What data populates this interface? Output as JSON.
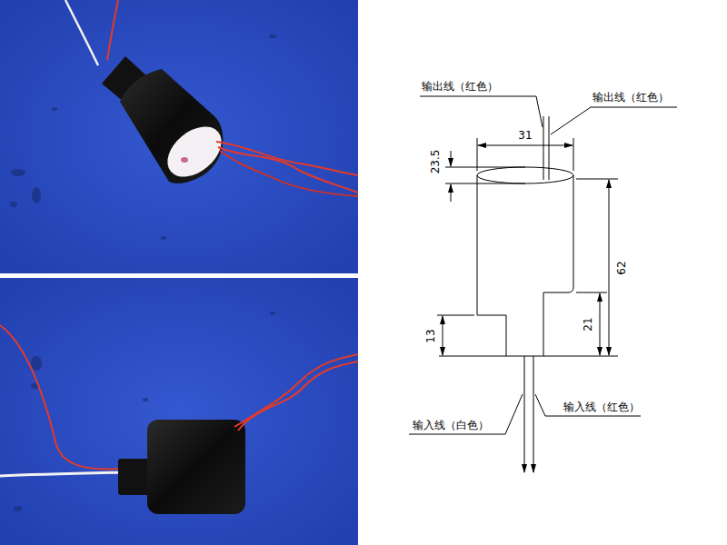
{
  "diagram": {
    "labels": [
      "输出线（红色）",
      "输出线（红色）",
      "31",
      "23.5",
      "62",
      "21",
      "13",
      "输入线（白色）",
      "输入线（红色）"
    ]
  }
}
